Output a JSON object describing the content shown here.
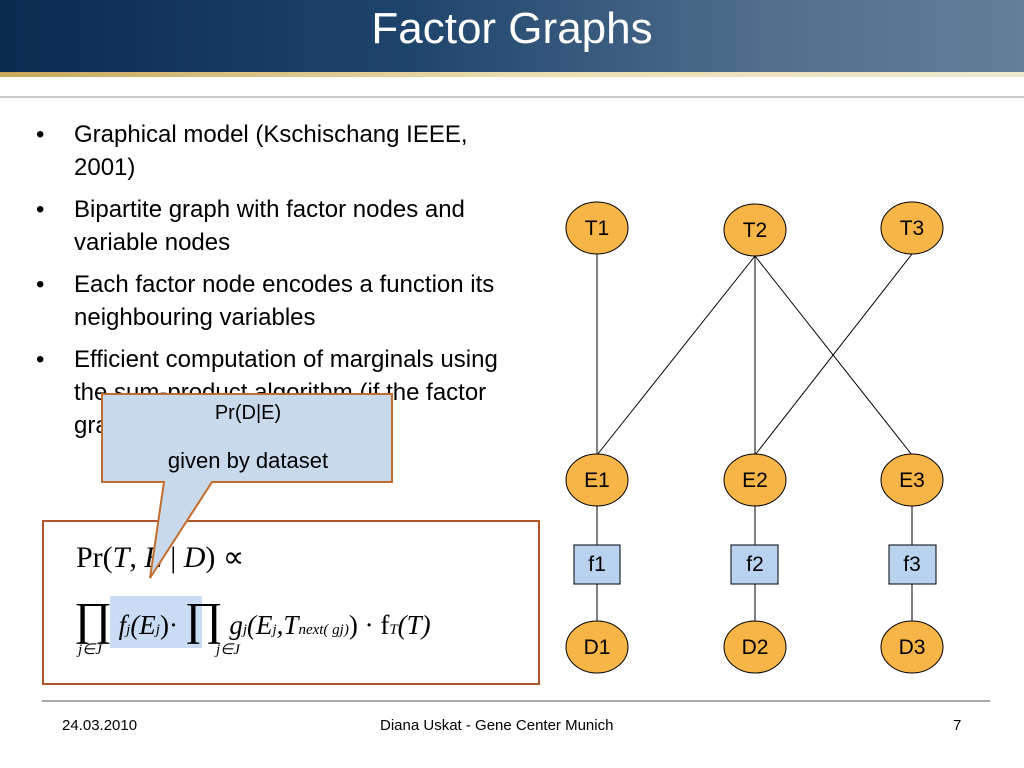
{
  "slide": {
    "title": "Factor Graphs",
    "bullets": [
      "Graphical model (Kschischang IEEE, 2001)",
      "Bipartite graph with factor nodes and variable nodes",
      "Each factor node encodes a function its neighbouring variables",
      "Efficient computation of marginals using the sum-product algorithm (if the factor graph is a tree...)"
    ]
  },
  "graph": {
    "top_nodes": [
      "T1",
      "T2",
      "T3"
    ],
    "mid_nodes": [
      "E1",
      "E2",
      "E3"
    ],
    "factor_nodes": [
      "f1",
      "f2",
      "f3"
    ],
    "bottom_nodes": [
      "D1",
      "D2",
      "D3"
    ],
    "colors": {
      "node_fill": "#f7b547",
      "factor_fill": "#b9d2ef",
      "edge": "#000000"
    }
  },
  "callout": {
    "line1": "Pr(D|E)",
    "line2": "given by dataset",
    "colors": {
      "fill": "#c8d9ec",
      "border": "#c36d2c"
    }
  },
  "formula": {
    "pr": "Pr(",
    "T": "T",
    "comma": ", ",
    "E": "E",
    "bar": " | ",
    "D": "D",
    "close": ")",
    "propto": " ∝",
    "prod": "∏",
    "f": "f",
    "j": "j",
    "E_paren": "(E",
    "paren_close": ")·",
    "g": "g",
    "g_args": "(E",
    "comma_T": ",T",
    "next": "next",
    "gj": "( g",
    "gj_close": ")",
    "tail": ") · f",
    "T_sub": "T",
    "tail_arg": "(T)",
    "limit": "j∈J"
  },
  "footer": {
    "date": "24.03.2010",
    "author": "Diana Uskat - Gene Center Munich",
    "page": "7"
  }
}
